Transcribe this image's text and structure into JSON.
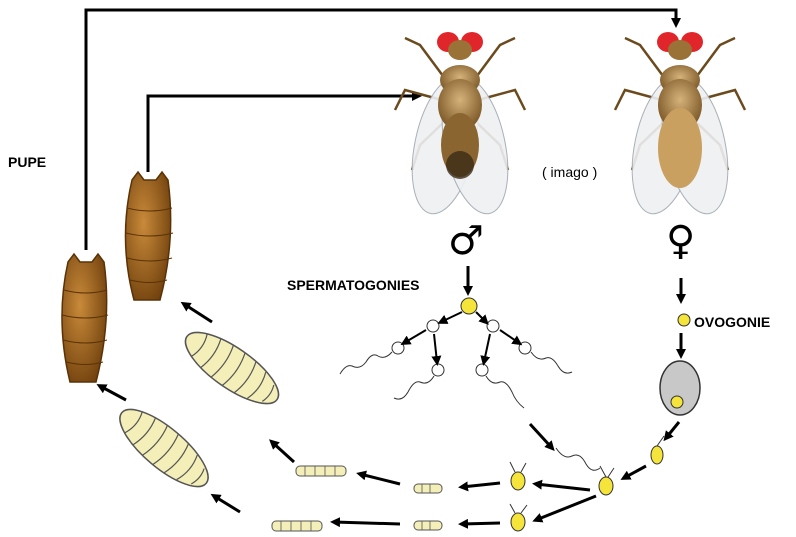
{
  "labels": {
    "pupe": "PUPE",
    "imago": "( imago )",
    "spermatogonies": "SPERMATOGONIES",
    "ovogonie": "OVOGONIE",
    "male_symbol": "♂",
    "female_symbol": "♀"
  },
  "colors": {
    "fly_body": "#b08a4c",
    "fly_eye": "#e0262a",
    "wing": "#e9ecef",
    "pupa": "#a8691c",
    "larva": "#f4efb8",
    "cell_yellow": "#f5e43a",
    "egg_grey": "#c8c8c8",
    "arrow": "#000000"
  },
  "stages": [
    "imago-male",
    "imago-female",
    "spermatogonies",
    "ovogonie",
    "egg",
    "fertilization",
    "embryo",
    "larva",
    "pupa"
  ]
}
